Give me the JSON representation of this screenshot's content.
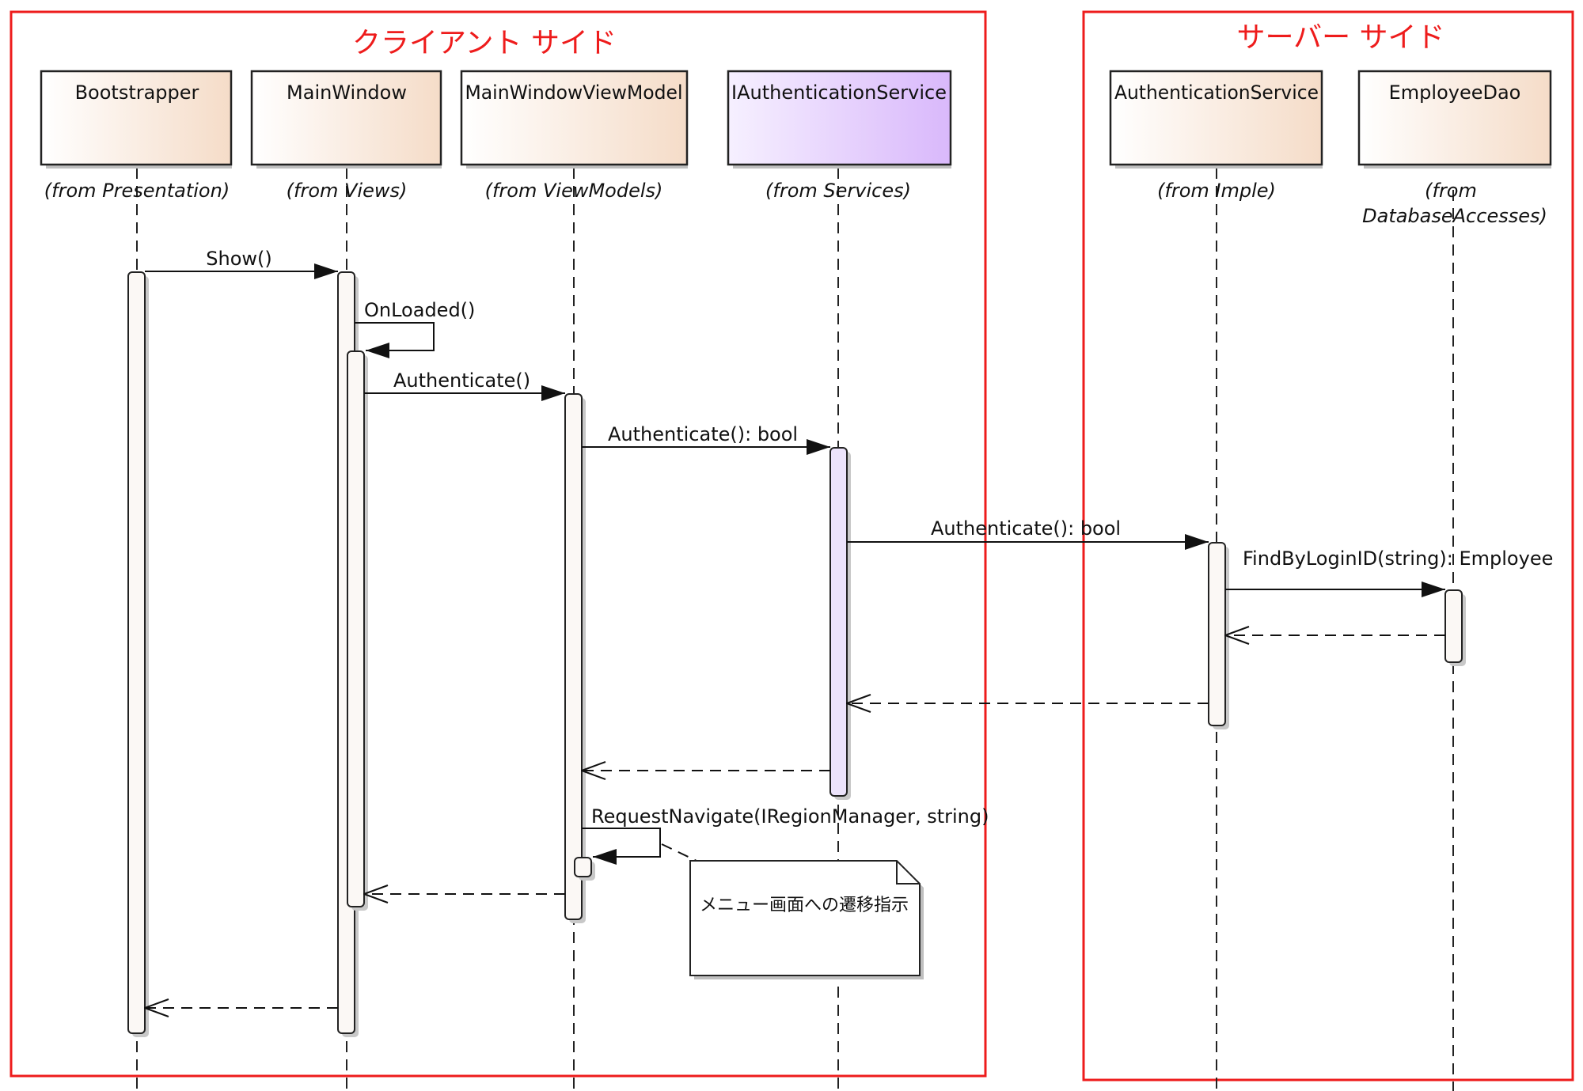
{
  "frames": {
    "client": {
      "title": "クライアント サイド"
    },
    "server": {
      "title": "サーバー サイド"
    }
  },
  "objects": [
    {
      "name": "Bootstrapper",
      "from": "(from Presentation)"
    },
    {
      "name": "MainWindow",
      "from": "(from Views)"
    },
    {
      "name": "MainWindowViewModel",
      "from": "(from ViewModels)"
    },
    {
      "name": "IAuthenticationService",
      "from": "(from Services)"
    },
    {
      "name": "AuthenticationService",
      "from": "(from Imple)"
    },
    {
      "name": "EmployeeDao",
      "from_line1": "(from",
      "from_line2": "DatabaseAccesses)"
    }
  ],
  "messages": {
    "show": "Show()",
    "on_loaded": "OnLoaded()",
    "authenticate_vm": "Authenticate()",
    "authenticate_iface": "Authenticate(): bool",
    "authenticate_server": "Authenticate(): bool",
    "find_by_login_id": "FindByLoginID(string): Employee",
    "request_navigate": "RequestNavigate(IRegionManager, string)"
  },
  "note": {
    "text": "メニュー画面への遷移指示"
  },
  "colors": {
    "frame": "#ee1c1c",
    "class_fill_start": "#ffffff",
    "class_fill_end": "#f5dcc8",
    "interface_fill_start": "#f6f0ff",
    "interface_fill_end": "#d9b8fb"
  }
}
